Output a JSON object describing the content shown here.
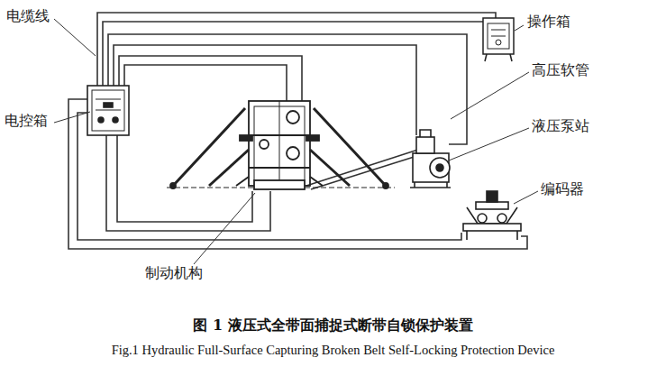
{
  "diagram": {
    "caption": "图 1  液压式全带面捕捉式断带自锁保护装置",
    "labels": [
      "电缆线",
      "电控箱",
      "操作箱",
      "高压软管",
      "液压泵站",
      "编码器",
      "制动机构",
      "Fig.1 Hydraulic Full-Surface Capturing Broken Belt Self-Locking Protection Device"
    ]
  }
}
